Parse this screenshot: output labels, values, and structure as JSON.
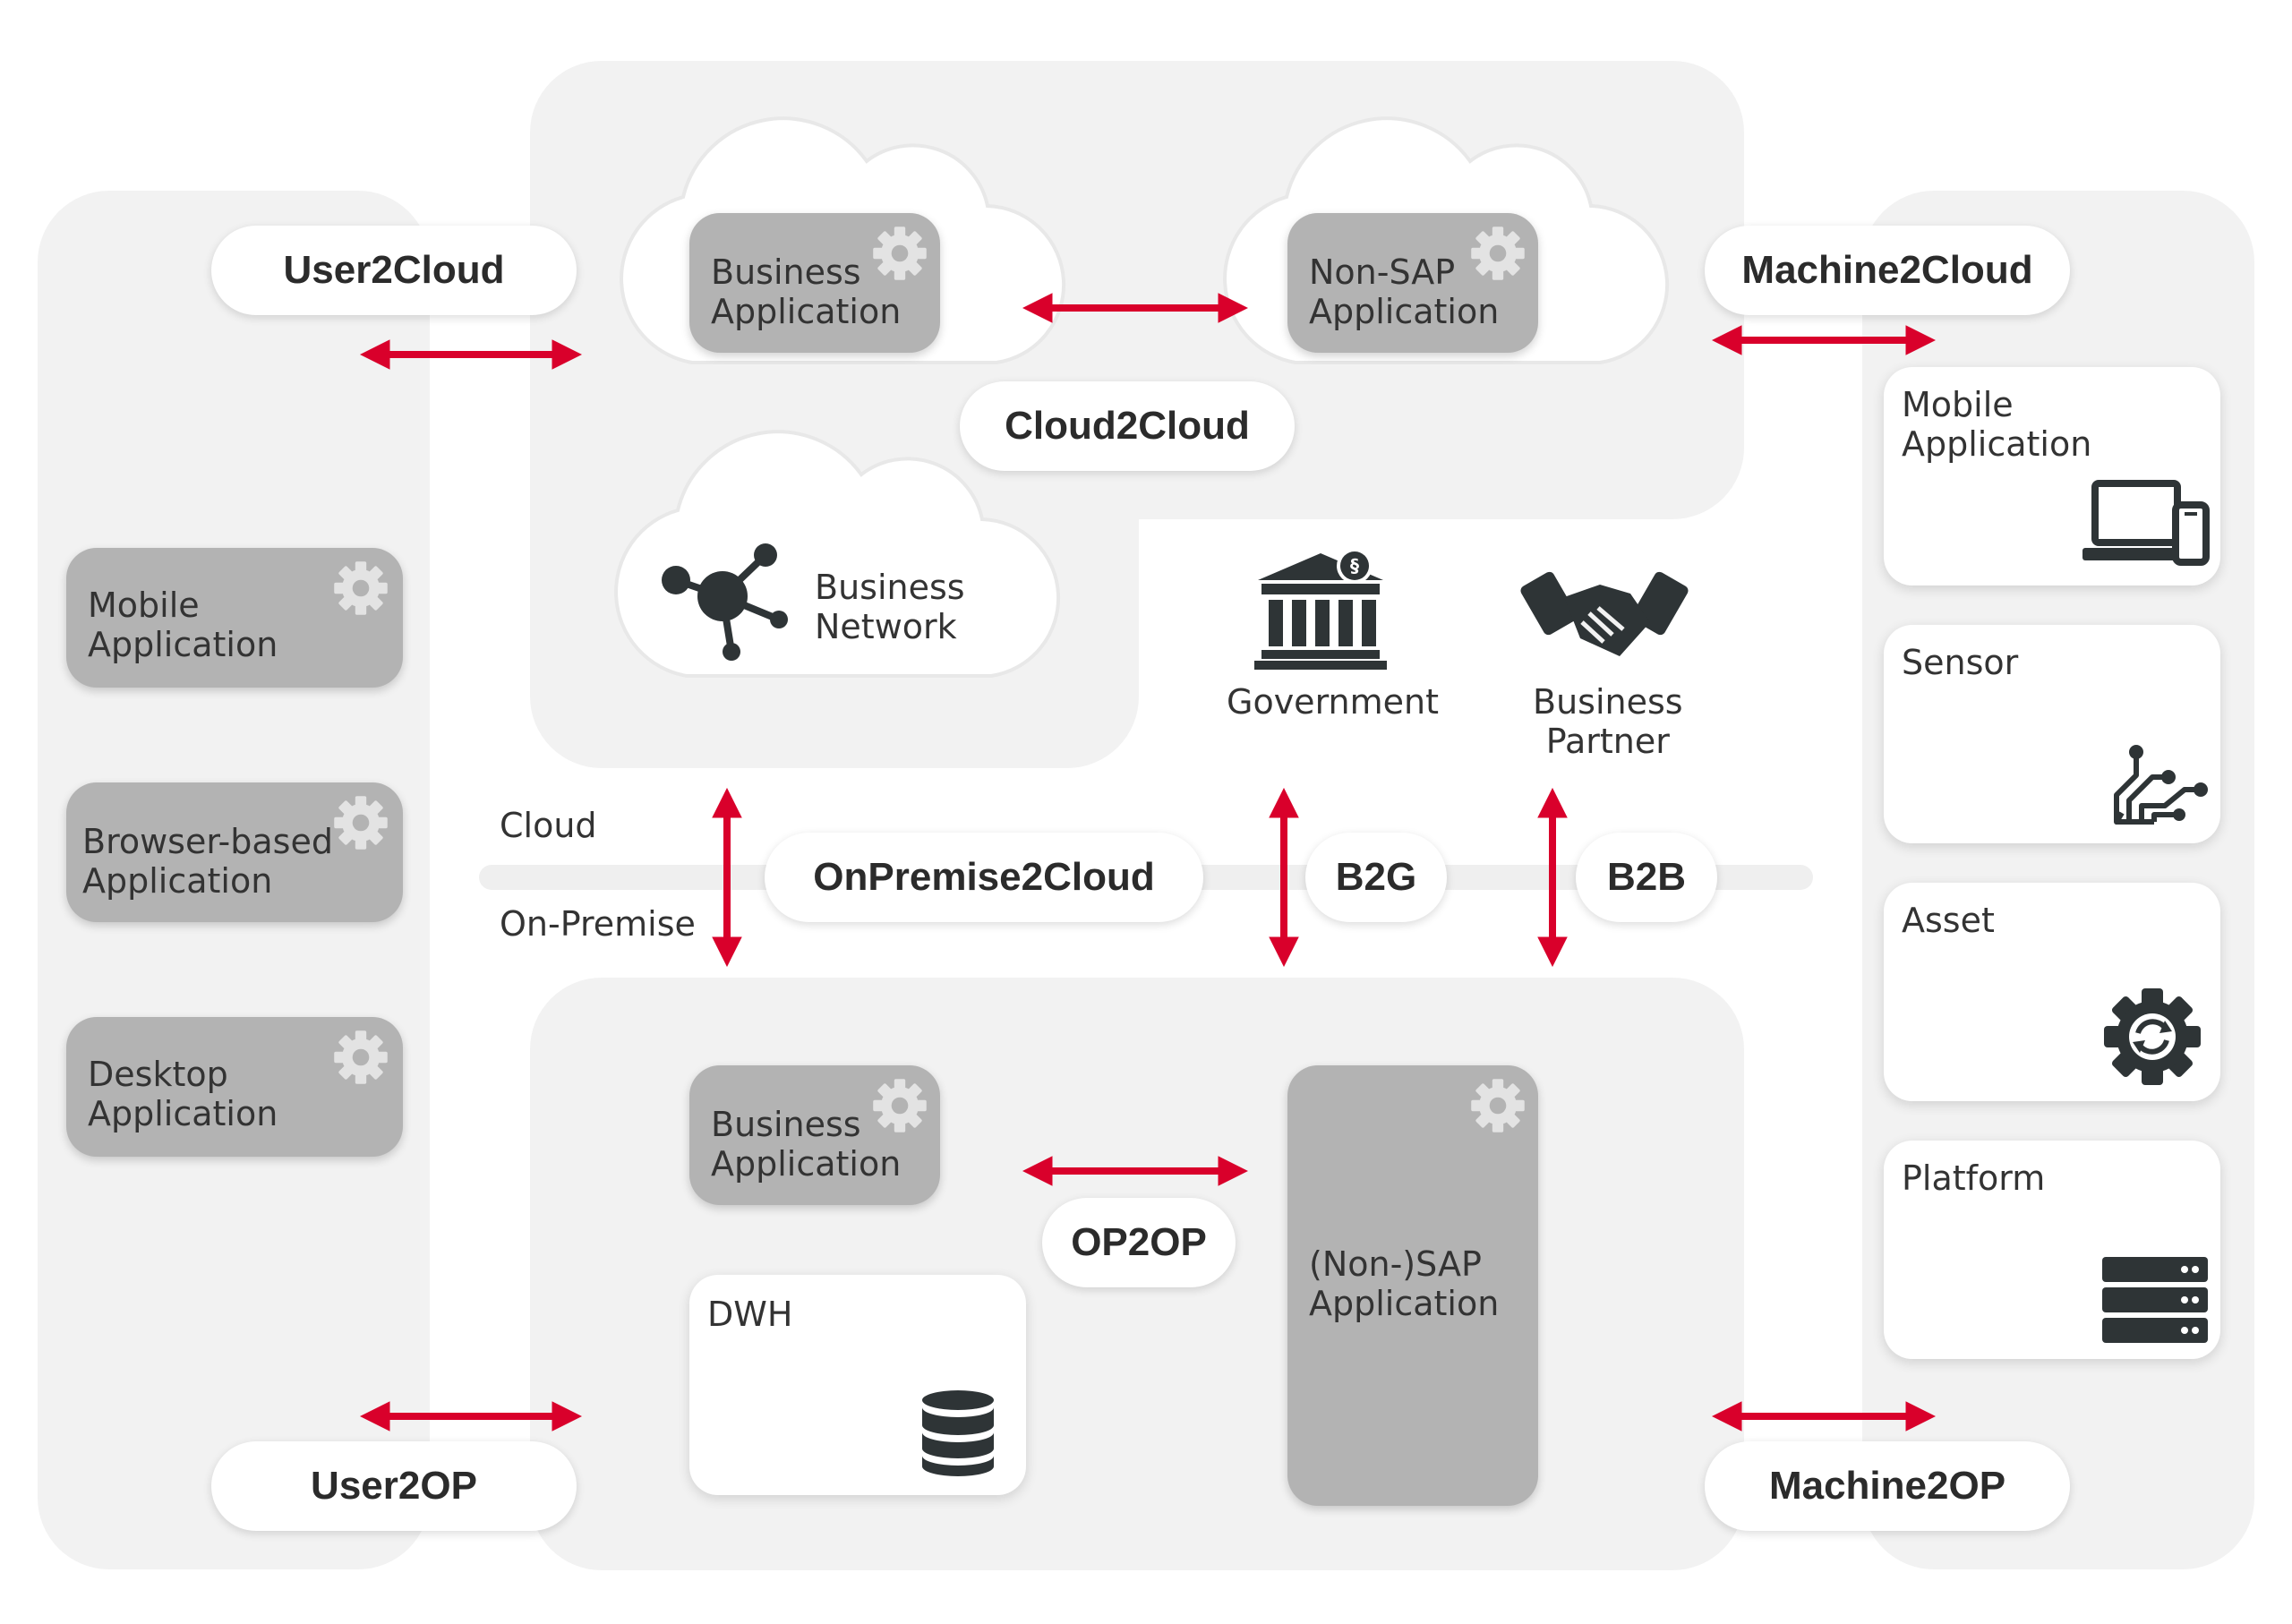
{
  "connectors": {
    "user2cloud": "User2Cloud",
    "cloud2cloud": "Cloud2Cloud",
    "machine2cloud": "Machine2Cloud",
    "onpremise2cloud": "OnPremise2Cloud",
    "b2g": "B2G",
    "b2b": "B2B",
    "op2op": "OP2OP",
    "user2op": "User2OP",
    "machine2op": "Machine2OP"
  },
  "zones": {
    "cloud": "Cloud",
    "on_premise": "On-Premise"
  },
  "cloud": {
    "business_application": "Business\nApplication",
    "non_sap_application": "Non-SAP\nApplication",
    "business_network": "Business\nNetwork",
    "government": "Government",
    "business_partner": "Business\nPartner"
  },
  "users": {
    "items": [
      "Mobile\nApplication",
      "Browser-based\nApplication",
      "Desktop\nApplication"
    ]
  },
  "machines": {
    "items": [
      "Mobile\nApplication",
      "Sensor",
      "Asset",
      "Platform"
    ]
  },
  "on_premise": {
    "business_application": "Business\nApplication",
    "dwh": "DWH",
    "non_sap_application": "(Non-)SAP\nApplication"
  },
  "colors": {
    "arrow": "#d9002b",
    "panel": "#f2f2f2",
    "box_gray": "#b3b3b3",
    "icon_dark": "#2e3436"
  },
  "icons": [
    "gear-icon",
    "network-icon",
    "government-icon",
    "handshake-icon",
    "laptop-phone-icon",
    "circuit-icon",
    "gear-sync-icon",
    "server-icon",
    "database-icon"
  ]
}
